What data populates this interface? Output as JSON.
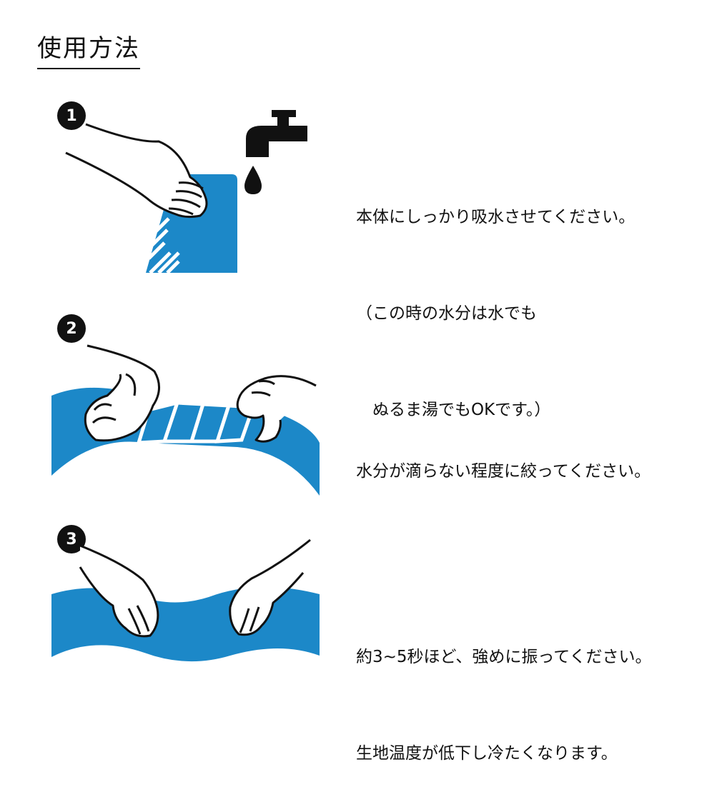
{
  "title": "使用方法",
  "colors": {
    "accent": "#1c88c8",
    "ink": "#111111"
  },
  "steps": [
    {
      "number": "1",
      "icon": "hand-soaking-towel-under-faucet",
      "lines": [
        "本体にしっかり吸水させてください。",
        "（この時の水分は水でも",
        "　ぬるま湯でもOKです。）"
      ]
    },
    {
      "number": "2",
      "icon": "hands-wringing-towel",
      "lines": [
        "水分が滴らない程度に絞ってください。"
      ]
    },
    {
      "number": "3",
      "icon": "hands-shaking-towel",
      "lines": [
        "約3~5秒ほど、強めに振ってください。",
        "生地温度が低下し冷たくなります。"
      ]
    }
  ]
}
